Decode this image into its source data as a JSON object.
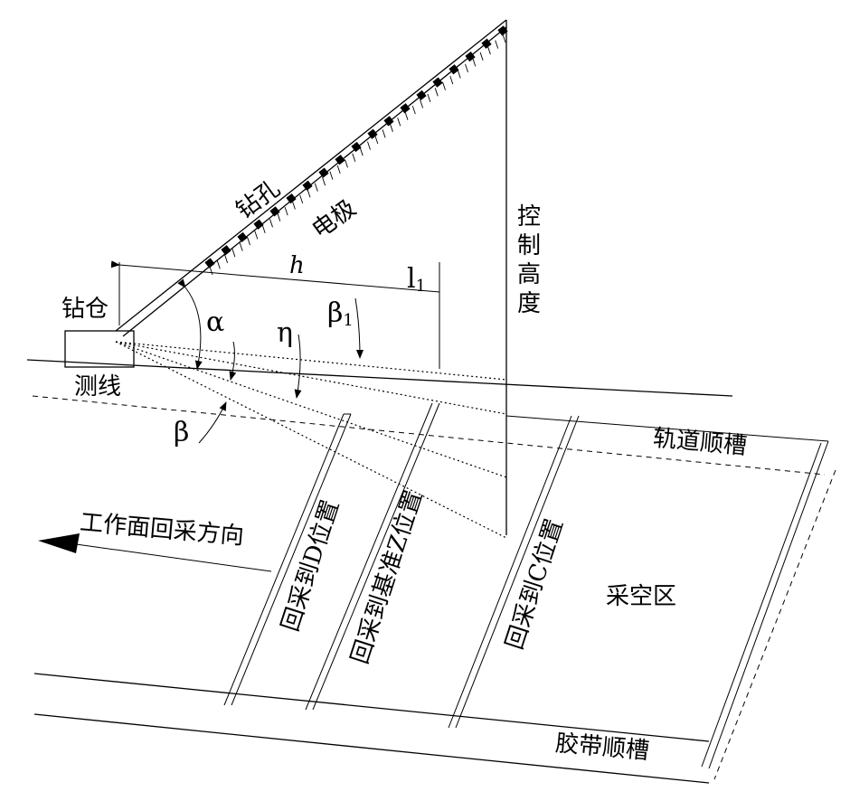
{
  "labels": {
    "drill_hole": "钻孔",
    "electrode": "电极",
    "control_height": [
      "控",
      "制",
      "高",
      "度"
    ],
    "drill_chamber": "钻仓",
    "survey_line": "测线",
    "track_gateway": "轨道顺槽",
    "belt_gateway": "胶带顺槽",
    "mining_direction": "工作面回采方向",
    "goaf": "采空区",
    "position_d": "回采到D位置",
    "position_z": "回采到基准Z位置",
    "position_c": "回采到C位置"
  },
  "symbols": {
    "h": "h",
    "l1_main": "l",
    "l1_sub": "1",
    "alpha": "α",
    "eta": "η",
    "beta1_main": "β",
    "beta1_sub": "1",
    "beta": "β"
  }
}
